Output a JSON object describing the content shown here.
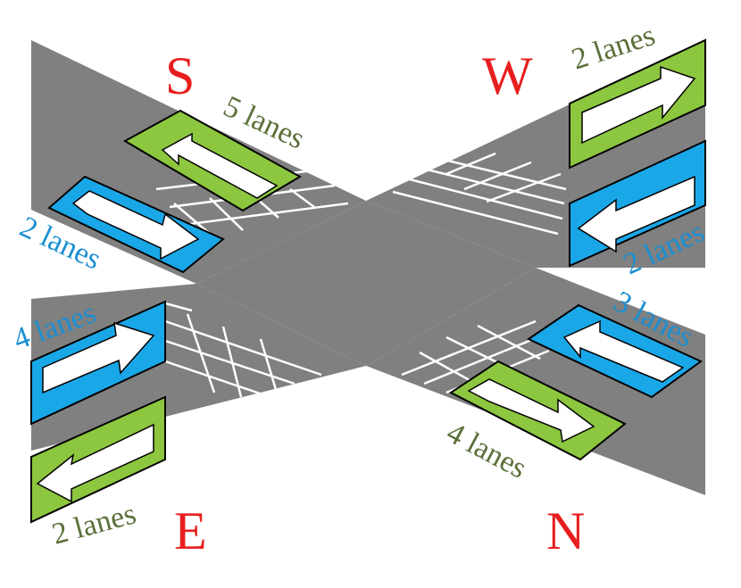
{
  "colors": {
    "road": "#808080",
    "crosswalk": "#ffffff",
    "green_arrow": "#8dc63f",
    "blue_arrow": "#1aa7e8",
    "green_text": "#5a7038",
    "blue_text": "#1b8fd2",
    "direction": "#e81e1e"
  },
  "directions": {
    "s": "S",
    "w": "W",
    "e": "E",
    "n": "N"
  },
  "lanes": {
    "s_in": "5 lanes",
    "s_out": "2 lanes",
    "w_out": "2 lanes",
    "w_in": "2 lanes",
    "e_in": "4 lanes",
    "e_out": "2 lanes",
    "n_in": "3 lanes",
    "n_out": "4 lanes"
  },
  "icons": {
    "arrow": "white-block-arrow"
  }
}
